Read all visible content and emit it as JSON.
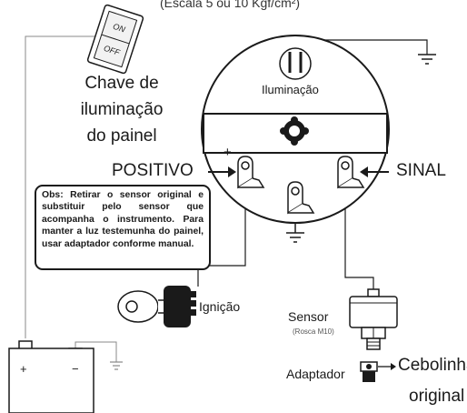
{
  "header": {
    "scale_note": "(Escala 5 ou 10 Kgf/cm²)"
  },
  "switch": {
    "on_label": "ON",
    "off_label": "OFF",
    "caption": [
      "Chave de",
      "iluminação",
      "do painel"
    ]
  },
  "gauge": {
    "lighting_label": "Iluminação",
    "plus_sign": "+"
  },
  "terminals": {
    "positive_label": "POSITIVO",
    "signal_label": "SINAL"
  },
  "note": {
    "text": "Obs: Retirar o sensor original e substituir pelo sensor que acompanha o instrumento. Para manter a luz testemunha do painel, usar adaptador conforme manual."
  },
  "ignition": {
    "label": "Ignição"
  },
  "battery": {
    "plus": "+",
    "minus": "−"
  },
  "sensor": {
    "label": "Sensor",
    "sublabel": "(Rosca M10)"
  },
  "adapter": {
    "label": "Adaptador",
    "target": [
      "Cebolinha",
      "original"
    ]
  }
}
